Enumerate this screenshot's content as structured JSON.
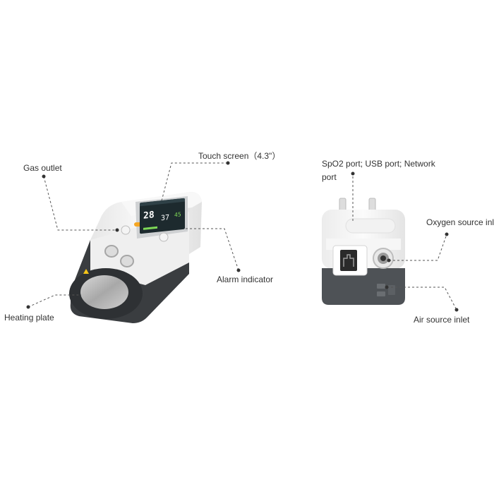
{
  "front_view": {
    "callouts": {
      "touch_screen": "Touch screen（4.3\"）",
      "gas_outlet": "Gas outlet",
      "alarm_indicator": "Alarm indicator",
      "heating_plate": "Heating plate"
    },
    "screen_readouts": {
      "temperature": "28",
      "oxygen": "37",
      "flow": "45"
    }
  },
  "rear_view": {
    "callouts": {
      "ports_line1": "SpO2 port; USB port; Network",
      "ports_line2": "port",
      "oxygen_source_inlet": "Oxygen source inlet",
      "air_source_inlet": "Air source inlet"
    }
  },
  "colors": {
    "leader_line": "#555555",
    "device_body": "#f4f4f4",
    "device_base": "#3a3d40",
    "screen_bg": "#1d2a2e",
    "screen_green": "#7ed957",
    "indicator_orange": "#f5a623"
  }
}
